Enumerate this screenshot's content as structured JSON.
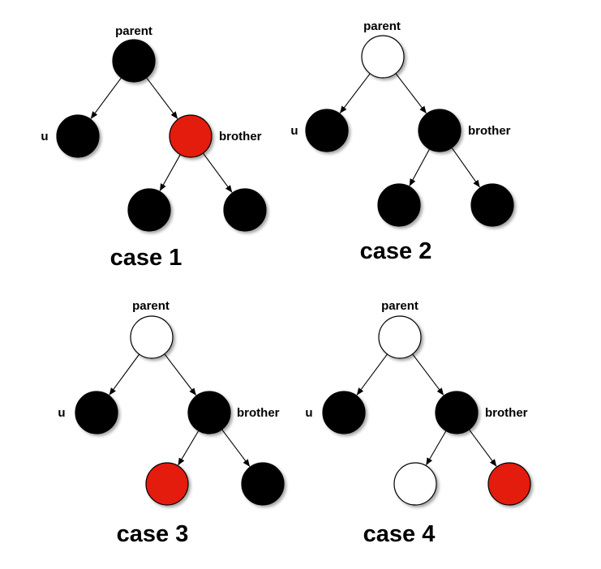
{
  "labels": {
    "parent": "parent",
    "u": "u",
    "brother": "brother"
  },
  "colors": {
    "black": "#000000",
    "red": "#e31a0e",
    "white": "#ffffff",
    "outline": "#000000"
  },
  "cases": [
    {
      "title": "case 1",
      "parent": "black",
      "u": "black",
      "brother": "red",
      "left_nephew": "black",
      "right_nephew": "black"
    },
    {
      "title": "case 2",
      "parent": "white",
      "u": "black",
      "brother": "black",
      "left_nephew": "black",
      "right_nephew": "black"
    },
    {
      "title": "case 3",
      "parent": "white",
      "u": "black",
      "brother": "black",
      "left_nephew": "red",
      "right_nephew": "black"
    },
    {
      "title": "case 4",
      "parent": "white",
      "u": "black",
      "brother": "black",
      "left_nephew": "white",
      "right_nephew": "red"
    }
  ]
}
